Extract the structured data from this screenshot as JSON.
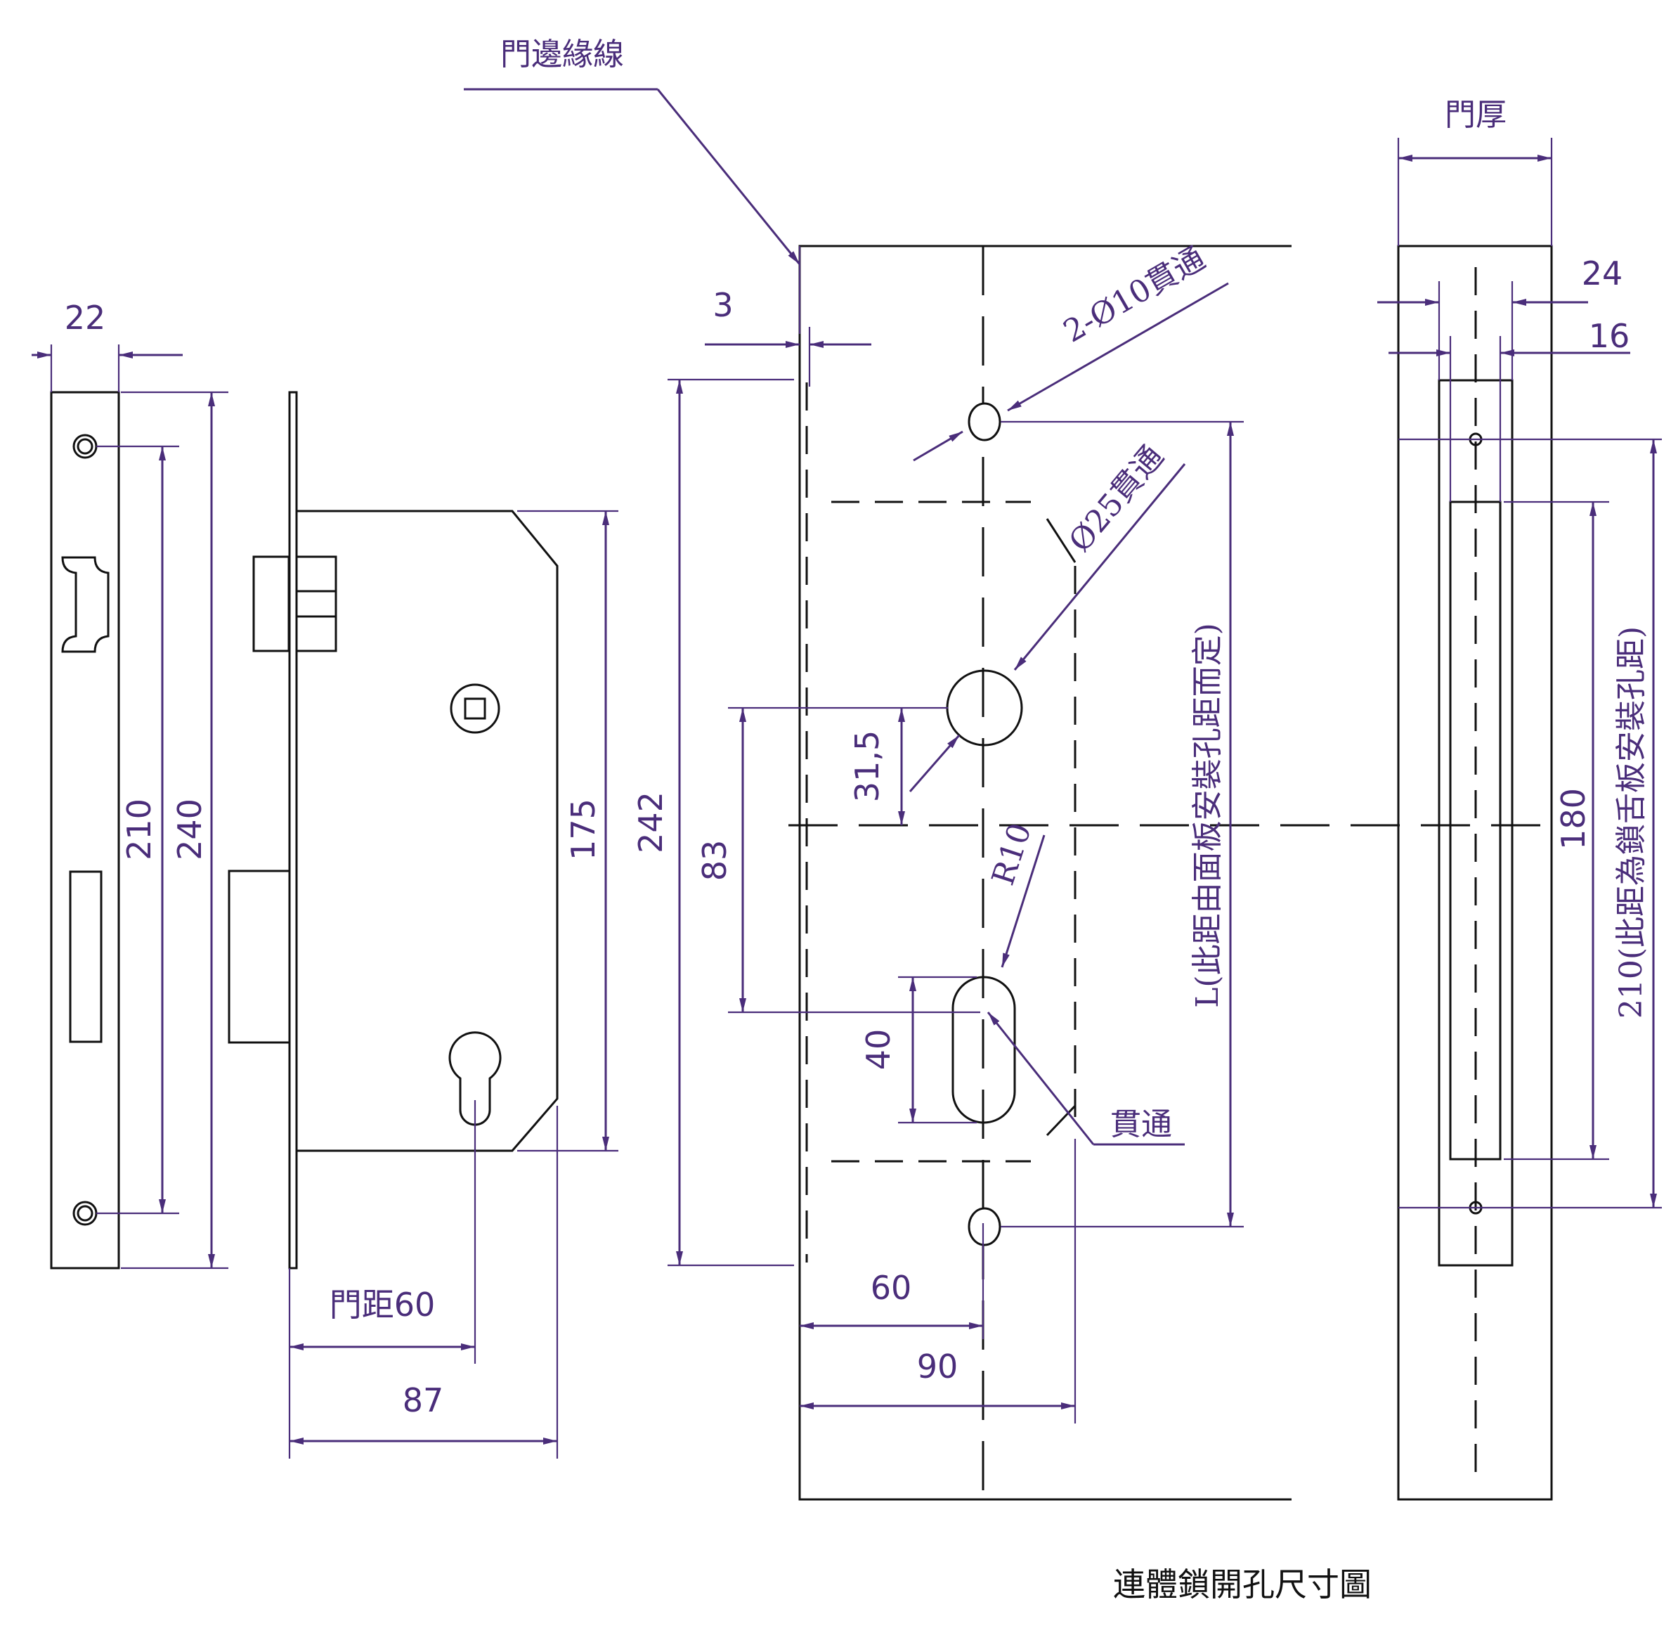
{
  "labels": {
    "door_edge_line": "門邊緣線",
    "door_thickness": "門厚",
    "title": "連體鎖開孔尺寸圖",
    "hole_2x10": "2-Ø10貫通",
    "hole_25": "Ø25貫通",
    "through": "貫通",
    "radius": "R10",
    "backset": "門距60",
    "l_note": "L(此距由面板安裝孔距而定)",
    "note_210": "210(此距為鎖舌板安裝孔距)"
  },
  "dimensions": {
    "d22": "22",
    "d210": "210",
    "d240": "240",
    "d175": "175",
    "d87": "87",
    "d3": "3",
    "d242": "242",
    "d83": "83",
    "d31_5": "31,5",
    "d40": "40",
    "d60": "60",
    "d90": "90",
    "d24": "24",
    "d16": "16",
    "d180": "180"
  },
  "colors": {
    "line": "#111111",
    "dimension": "#4a2d7a",
    "hatch": "#9a9a9a"
  }
}
